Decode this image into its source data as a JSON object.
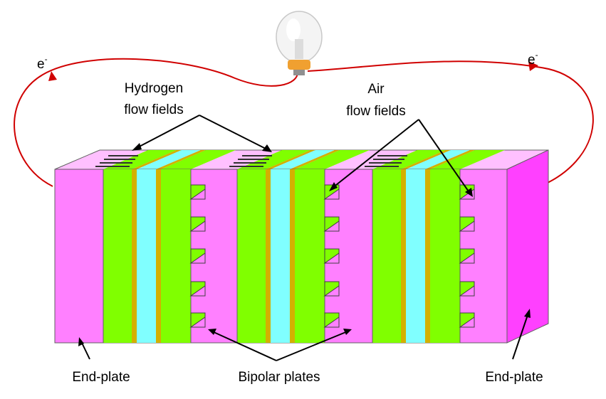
{
  "labels": {
    "electron_left": "e",
    "electron_right": "e",
    "electron_sup": "-",
    "hydrogen_line1": "Hydrogen",
    "hydrogen_line2": "flow fields",
    "air_line1": "Air",
    "air_line2": "flow fields",
    "endplate_left": "End-plate",
    "bipolar": "Bipolar plates",
    "endplate_right": "End-plate"
  },
  "colors": {
    "pink": "#ff80ff",
    "pink_top": "#ffc0ff",
    "magenta_side": "#ff40ff",
    "green": "#80ff00",
    "cyan": "#80ffff",
    "gold": "#d4b000",
    "wire": "#d00000",
    "outline": "#404040"
  },
  "icons": {
    "bulb": "light-bulb-icon"
  }
}
